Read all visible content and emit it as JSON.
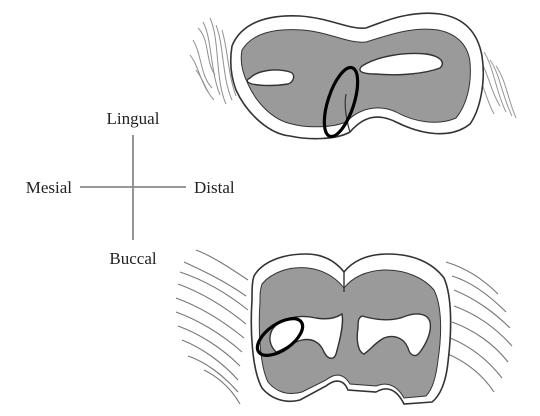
{
  "orientation_labels": {
    "lingual": "Lingual",
    "mesial": "Mesial",
    "distal": "Distal",
    "buccal": "Buccal"
  },
  "colors": {
    "pulp": "#9a9a9a",
    "enamel_outline": "#333333",
    "highlight_ellipse": "#000000",
    "canal_fill": "#ffffff",
    "compass_line": "#8a8a8a",
    "text": "#222222"
  },
  "figures": [
    {
      "name": "upper-tooth-section",
      "view": "occlusal cross-section",
      "highlight": "ellipse marking interproximal region"
    },
    {
      "name": "lower-tooth-section",
      "view": "coronal cross-section",
      "highlight": "ellipse marking mesial pulp horn area"
    }
  ]
}
